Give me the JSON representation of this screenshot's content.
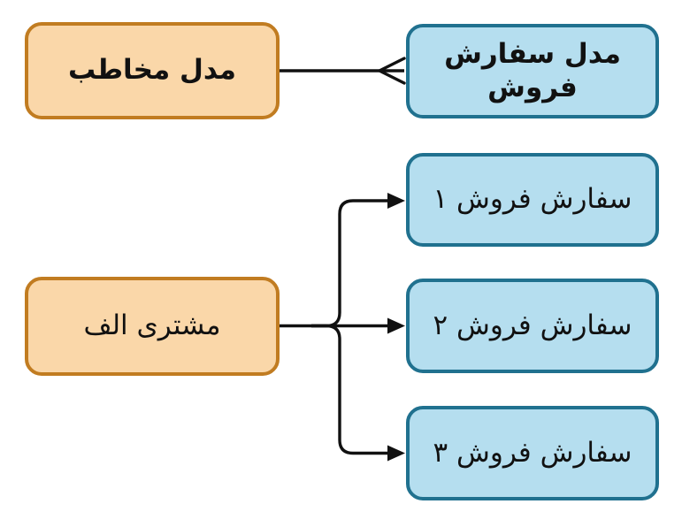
{
  "diagram_type": "entity-relationship",
  "colors": {
    "background": "#ffffff",
    "orange_fill": "#fad7a9",
    "orange_border": "#c17c21",
    "blue_fill": "#b5deef",
    "blue_border": "#20718f",
    "line": "#111111",
    "text": "#111111"
  },
  "nodes": {
    "contact_model": {
      "label": "مدل مخاطب",
      "style": "orange",
      "bold": true
    },
    "sales_order_model": {
      "label": "مدل سفارش فروش",
      "style": "blue",
      "bold": true
    },
    "customer_a": {
      "label": "مشتری الف",
      "style": "orange",
      "bold": false
    },
    "order_1": {
      "label": "سفارش فروش ۱",
      "style": "blue",
      "bold": false
    },
    "order_2": {
      "label": "سفارش فروش ۲",
      "style": "blue",
      "bold": false
    },
    "order_3": {
      "label": "سفارش فروش ۳",
      "style": "blue",
      "bold": false
    }
  },
  "edges": [
    {
      "from": "contact_model",
      "to": "sales_order_model",
      "marker": "crow-foot-many"
    },
    {
      "from": "customer_a",
      "to": "order_1",
      "marker": "filled-arrow"
    },
    {
      "from": "customer_a",
      "to": "order_2",
      "marker": "filled-arrow"
    },
    {
      "from": "customer_a",
      "to": "order_3",
      "marker": "filled-arrow"
    }
  ]
}
